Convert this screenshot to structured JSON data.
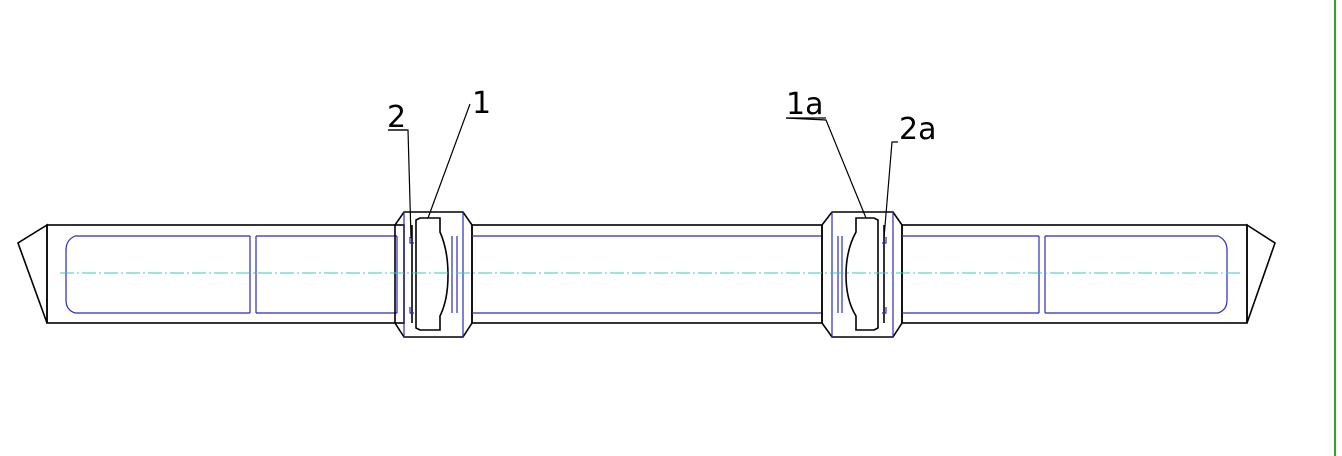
{
  "drawing": {
    "labels": {
      "part_1": "1",
      "part_2": "2",
      "part_1a": "1a",
      "part_2a": "2a"
    },
    "colors": {
      "outline": "#000000",
      "inner_line": "#2a2ab8",
      "center_axis": "#38c8c0",
      "frame_border": "#22aa22"
    }
  }
}
